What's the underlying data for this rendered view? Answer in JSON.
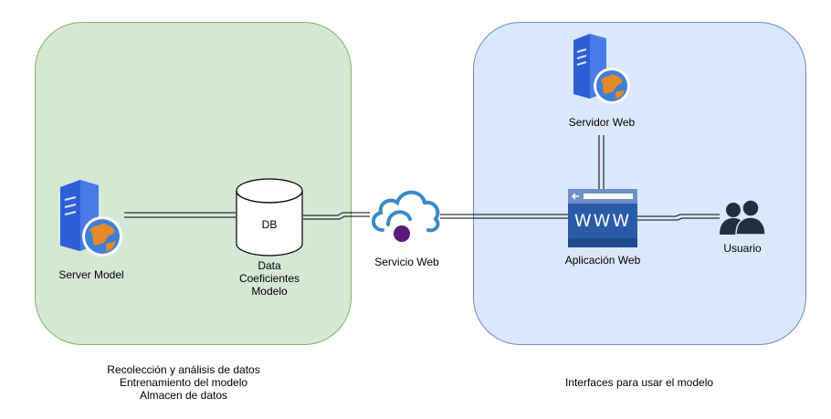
{
  "regions": {
    "left": {
      "caption_lines": [
        "Recolección y análisis de datos",
        "Entrenamiento del modelo",
        "Almacen de datos"
      ]
    },
    "right": {
      "caption_lines": [
        "Interfaces para usar el modelo"
      ]
    }
  },
  "nodes": {
    "server_model": {
      "label": "Server Model",
      "icon": "server-globe-icon"
    },
    "database": {
      "label": "DB",
      "caption_lines": [
        "Data",
        "Coeficientes",
        "Modelo"
      ],
      "icon": "database-cylinder-icon"
    },
    "web_service": {
      "label": "Servicio Web",
      "icon": "cloud-service-icon"
    },
    "web_server": {
      "label": "Servidor Web",
      "icon": "server-globe-icon"
    },
    "web_app": {
      "label": "Aplicación Web",
      "icon_text": "WWW",
      "icon": "browser-www-icon"
    },
    "user": {
      "label": "Usuario",
      "icon": "users-icon"
    }
  },
  "colors": {
    "left_fill": "#d5e8d4",
    "left_stroke": "#82b366",
    "right_fill": "#dae8fc",
    "right_stroke": "#6c8ebf",
    "server_blue": "#2f5ed6",
    "cloud_blue": "#3b8ac4",
    "accent_purple": "#5c1a7a",
    "browser_blue": "#2a5ba8"
  }
}
